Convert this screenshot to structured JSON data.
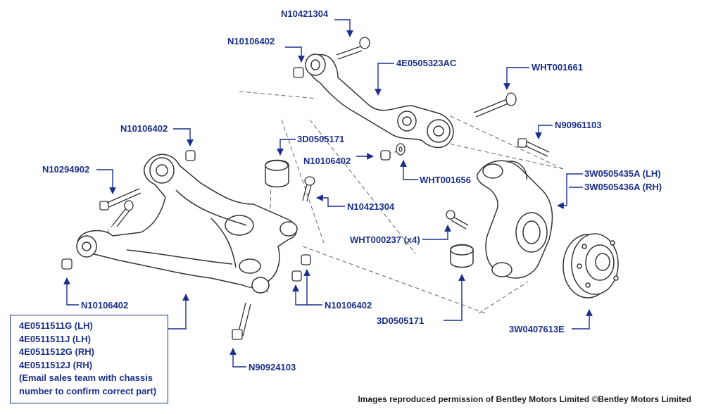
{
  "callouts": {
    "top_bolt": "N10421304",
    "top_nut": "N10106402",
    "upper_arm": "4E0505323AC",
    "long_bolt": "WHT001661",
    "knuckle_bolt": "N90961103",
    "knuckle_lh": "3W0505435A (LH)",
    "knuckle_rh": "3W0505436A (RH)",
    "mount_bushing": "3D0505171",
    "mid_nut": "N10106402",
    "washer": "WHT001656",
    "left_nut": "N10106402",
    "left_bolt": "N10294902",
    "arm_bolt": "N10421304",
    "bolt_x4": "WHT000237 (x4)",
    "bottom_nut": "N10106402",
    "right_nuts": "N10106402",
    "lower_bolt": "N90924103",
    "lower_bushing": "3D0505171",
    "hub": "3W0407613E"
  },
  "parts_box": {
    "lines": [
      "4E0511511G (LH)",
      "4E0511511J (LH)",
      "4E0511512G (RH)",
      "4E0511512J (RH)",
      "(Email sales team with chassis",
      "number to confirm correct part)"
    ]
  },
  "credit": "Images reproduced permission of Bentley Motors Limited ©Bentley Motors Limited",
  "colors": {
    "callout": "#1a2f8c",
    "line_art": "#333333"
  }
}
